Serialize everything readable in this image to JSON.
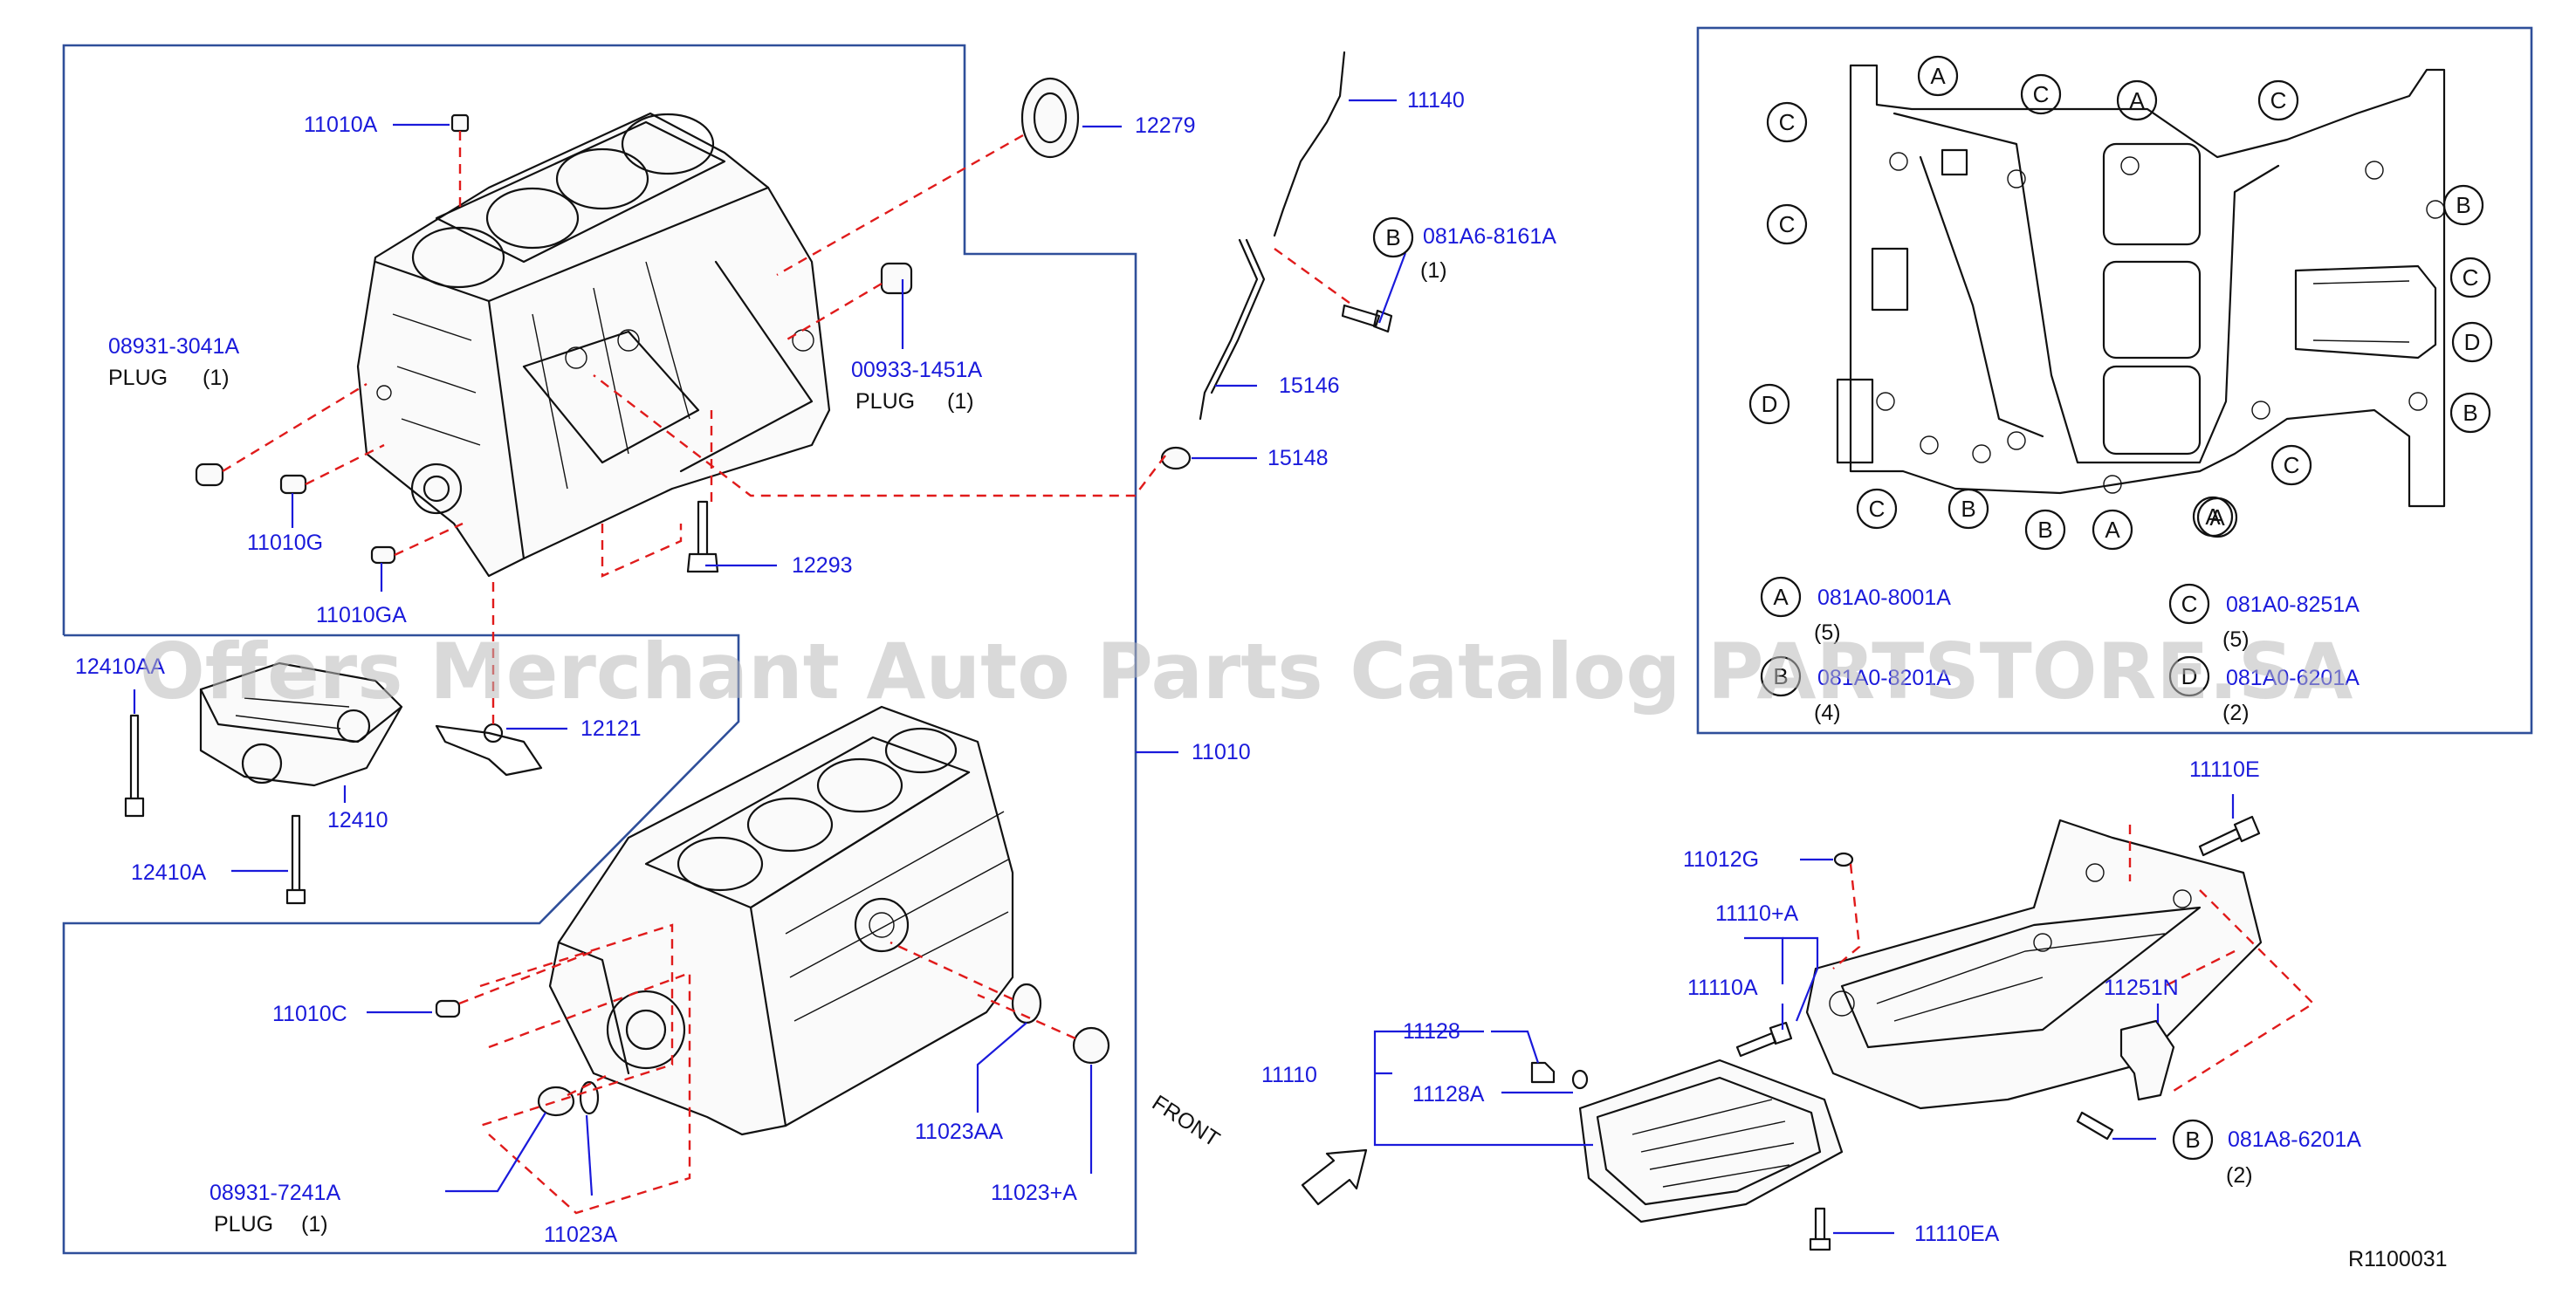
{
  "watermark": "Offers Merchant Auto Parts Catalog PARTSTORE.SA",
  "diagram_code": "R1100031",
  "front_label": "FRONT",
  "labels": {
    "l11010A": "11010A",
    "l12279": "12279",
    "l11140": "11140",
    "lB081A6": "081A6-8161A",
    "lB081A6q": "(1)",
    "l08931_3041A": "08931-3041A",
    "plug1": "PLUG",
    "plug1q": "(1)",
    "l00933": "00933-1451A",
    "plug2": "PLUG",
    "plug2q": "(1)",
    "l15146": "15146",
    "l15148": "15148",
    "l11010G": "11010G",
    "l12293": "12293",
    "l11010GA": "11010GA",
    "l12410AA": "12410AA",
    "l12121": "12121",
    "l12410": "12410",
    "l12410A": "12410A",
    "l11010": "11010",
    "l11010C": "11010C",
    "l11023AA": "11023AA",
    "l11023pA": "11023+A",
    "l08931_7241A": "08931-7241A",
    "plug3": "PLUG",
    "plug3q": "(1)",
    "l11023A": "11023A",
    "l11110E": "11110E",
    "l11012G": "11012G",
    "l11110pA": "11110+A",
    "l11110A": "11110A",
    "l11251N": "11251N",
    "l11128": "11128",
    "l11110": "11110",
    "l11128A": "11128A",
    "lB081A8": "081A8-6201A",
    "lB081A8q": "(2)",
    "l11110EA": "11110EA"
  },
  "legend": [
    {
      "letter": "A",
      "part": "081A0-8001A",
      "qty": "(5)"
    },
    {
      "letter": "B",
      "part": "081A0-8201A",
      "qty": "(4)"
    },
    {
      "letter": "C",
      "part": "081A0-8251A",
      "qty": "(5)"
    },
    {
      "letter": "D",
      "part": "081A0-6201A",
      "qty": "(2)"
    }
  ],
  "inset_markers": [
    "A",
    "C",
    "A",
    "C",
    "C",
    "B",
    "C",
    "C",
    "D",
    "D",
    "B",
    "C",
    "C",
    "B",
    "B",
    "A",
    "A",
    "A"
  ]
}
